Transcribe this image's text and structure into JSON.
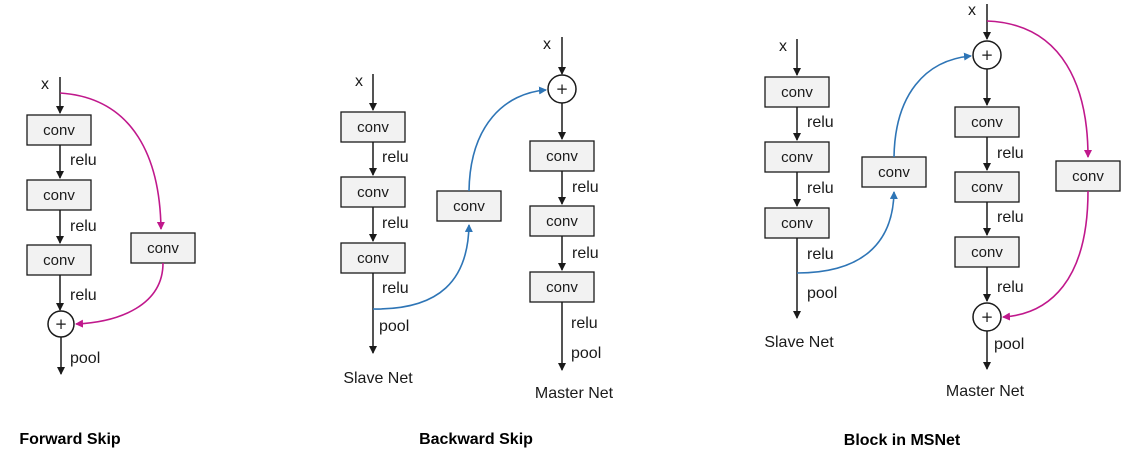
{
  "colors": {
    "forward_skip": "#c0188c",
    "backward_skip": "#2e75b6",
    "box_fill": "#f2f2f2"
  },
  "labels": {
    "x": "x",
    "conv": "conv",
    "relu": "relu",
    "pool": "pool",
    "plus": "+"
  },
  "forward_skip": {
    "title": "Forward Skip"
  },
  "backward_skip": {
    "title": "Backward Skip",
    "slave_caption": "Slave Net",
    "master_caption": "Master Net"
  },
  "msnet_block": {
    "title": "Block in MSNet",
    "slave_caption": "Slave Net",
    "master_caption": "Master Net"
  }
}
